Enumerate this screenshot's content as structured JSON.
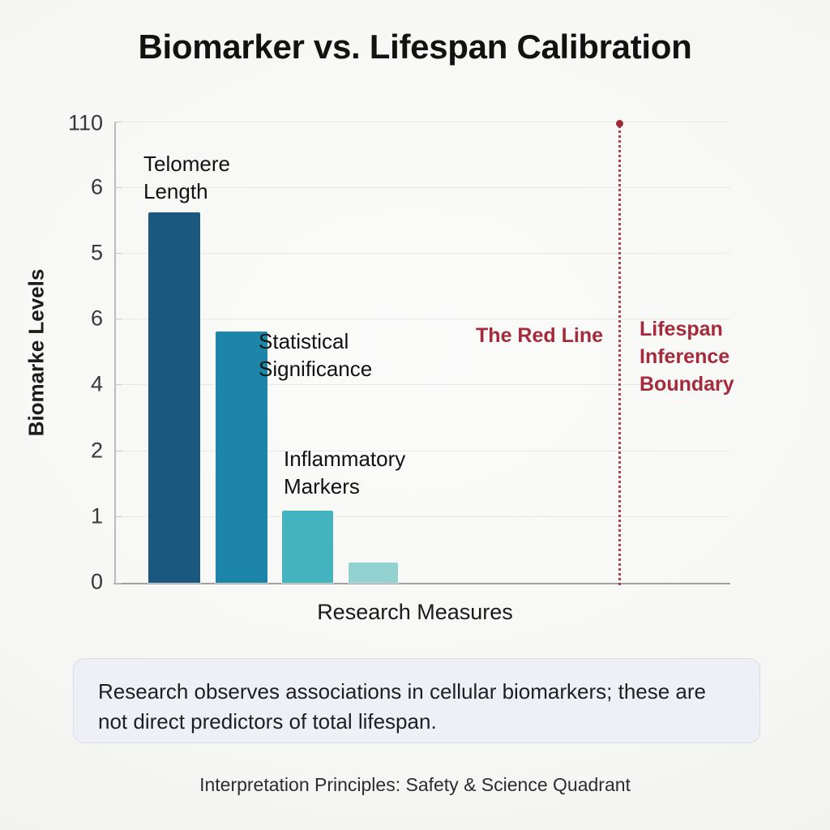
{
  "chart_data": {
    "type": "bar",
    "title": "Biomarker vs. Lifespan Calibration",
    "xlabel": "Research Measures",
    "ylabel": "Biomarke Levels",
    "categories": [
      "Telomere Length",
      "Statistical Significance",
      "Inflammatory Markers",
      ""
    ],
    "values": [
      5.65,
      3.83,
      1.1,
      0.3
    ],
    "bar_colors": [
      "#1a5880",
      "#1d85a8",
      "#43b4bf",
      "#92d3d1"
    ],
    "ytick_labels": [
      "110",
      "6",
      "5",
      "6",
      "4",
      "2",
      "1",
      "0"
    ],
    "ytick_positions": [
      7,
      6,
      5,
      4,
      3,
      2,
      1,
      0
    ],
    "ylim": [
      0,
      7
    ],
    "grid": true,
    "legend": "none",
    "annotations": [
      {
        "name": "bar-label-1",
        "text": "Telomere\nLength"
      },
      {
        "name": "bar-label-2",
        "text": "Statistical\nSignificance"
      },
      {
        "name": "bar-label-3",
        "text": "Inflammatory\nMarkers"
      },
      {
        "name": "redline-left",
        "text": "The Red Line"
      },
      {
        "name": "redline-right",
        "text": "Lifespan\nInference\nBoundary"
      }
    ],
    "reference_line": {
      "orientation": "vertical",
      "label": "Lifespan Inference Boundary",
      "color": "#a32b3b",
      "style": "dotted"
    }
  },
  "title": "Biomarker vs. Lifespan Calibration",
  "axes": {
    "y_title": "Biomarke Levels",
    "x_title": "Research Measures",
    "y_ticks": [
      "110",
      "6",
      "5",
      "6",
      "4",
      "2",
      "1",
      "0"
    ]
  },
  "bars": [
    {
      "label": "Telomere\nLength",
      "value": 5.65,
      "color": "#1a5880"
    },
    {
      "label": "Statistical\nSignificance",
      "value": 3.83,
      "color": "#1d85a8"
    },
    {
      "label": "Inflammatory\nMarkers",
      "value": 1.1,
      "color": "#43b4bf"
    },
    {
      "label": "",
      "value": 0.3,
      "color": "#92d3d1"
    }
  ],
  "redline": {
    "left_label": "The Red Line",
    "right_label": "Lifespan\nInference\nBoundary",
    "color": "#a32b3b"
  },
  "note": {
    "text": "Research observes associations in cellular biomarkers; these are not direct predictors of total lifespan."
  },
  "footer": {
    "text": "Interpretation Principles: Safety & Science Quadrant"
  }
}
